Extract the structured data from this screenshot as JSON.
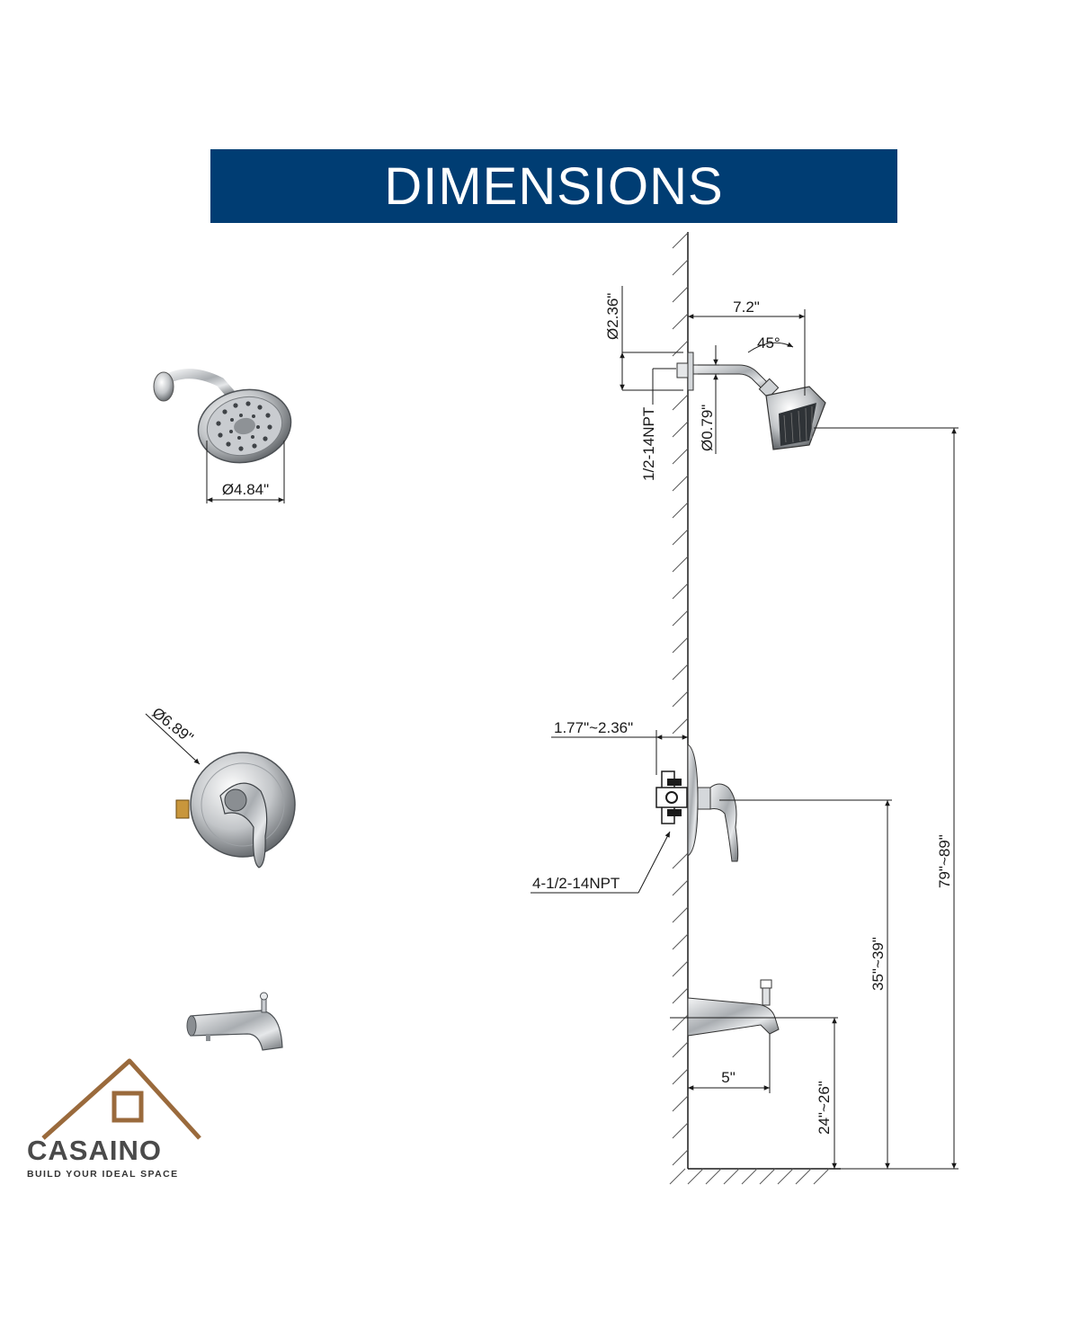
{
  "header": {
    "title": "DIMENSIONS"
  },
  "colors": {
    "banner": "#003d73",
    "logo_brown": "#9a6a3c",
    "logo_gray": "#4a4a4a",
    "chrome": "#b8bcc0"
  },
  "products": {
    "shower_head": {
      "diameter": "Ø4.84\""
    },
    "valve_trim": {
      "diameter": "Ø6.89\""
    },
    "tub_spout": {}
  },
  "side_view": {
    "flange_diameter": "Ø2.36\"",
    "arm_length": "7.2\"",
    "tilt_angle": "45°",
    "inlet_thread": "1/2-14NPT",
    "arm_diameter": "Ø0.79\"",
    "wall_depth": "1.77\"~2.36\"",
    "valve_ports": "4-1/2-14NPT",
    "head_height": "79\"~89\"",
    "valve_height": "35\"~39\"",
    "spout_length": "5\"",
    "spout_height": "24\"~26\""
  },
  "logo": {
    "brand": "CASAINO",
    "tagline": "BUILD YOUR IDEAL SPACE"
  }
}
